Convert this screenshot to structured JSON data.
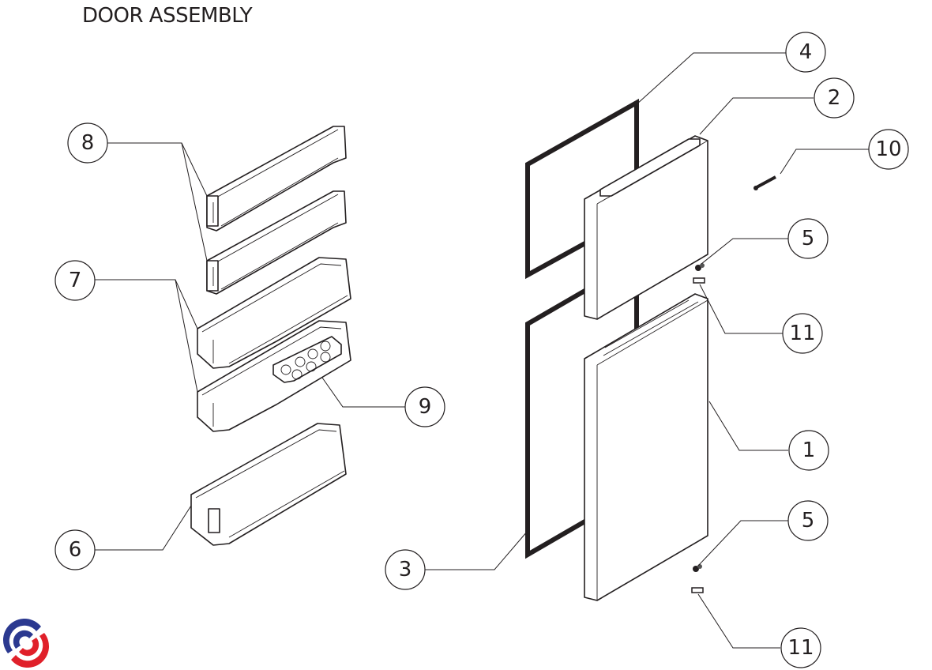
{
  "title": "DOOR ASSEMBLY",
  "callouts": [
    {
      "id": "c1",
      "label": "1",
      "part": "lower-door"
    },
    {
      "id": "c2",
      "label": "2",
      "part": "upper-door"
    },
    {
      "id": "c3",
      "label": "3",
      "part": "lower-door-gasket"
    },
    {
      "id": "c4",
      "label": "4",
      "part": "upper-door-gasket"
    },
    {
      "id": "c5a",
      "label": "5",
      "part": "upper-hinge-bushing"
    },
    {
      "id": "c5b",
      "label": "5",
      "part": "lower-hinge-bushing"
    },
    {
      "id": "c6",
      "label": "6",
      "part": "bottom-door-bin"
    },
    {
      "id": "c7",
      "label": "7",
      "part": "middle-door-bins"
    },
    {
      "id": "c8",
      "label": "8",
      "part": "upper-door-shelves"
    },
    {
      "id": "c9",
      "label": "9",
      "part": "egg-tray"
    },
    {
      "id": "c10",
      "label": "10",
      "part": "screw"
    },
    {
      "id": "c11a",
      "label": "11",
      "part": "upper-hinge-stop"
    },
    {
      "id": "c11b",
      "label": "11",
      "part": "lower-hinge-stop"
    }
  ],
  "logo": {
    "name": "brand-logo",
    "colors": {
      "blue": "#2b3990",
      "red": "#e0202a"
    }
  }
}
